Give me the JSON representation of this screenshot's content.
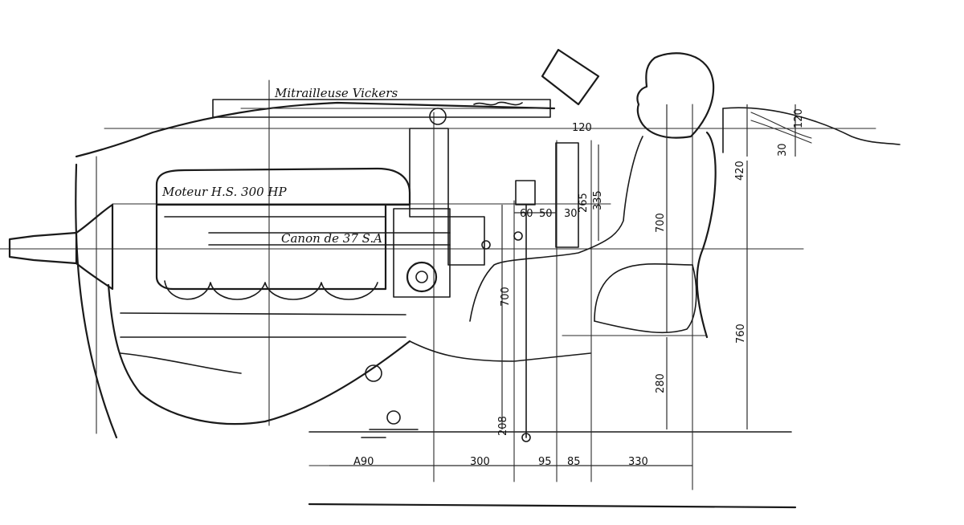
{
  "labels": {
    "machine_gun": "Mitrailleuse Vickers",
    "engine": "Moteur H.S. 300 HP",
    "cannon": "Canon de 37 S.A"
  },
  "dimensions": {
    "d_120_top": "120",
    "d_120_right": "120",
    "d_30_right": "30",
    "d_420": "420",
    "d_265": "265",
    "d_335": "335",
    "d_30_mid": "30",
    "d_60": "60",
    "d_50": "50",
    "d_700_seat": "700",
    "d_700_pedal": "700",
    "d_760": "760",
    "d_280": "280",
    "d_208": "208",
    "d_490": "A90",
    "d_300": "300",
    "d_95": "95",
    "d_85": "85",
    "d_330": "330"
  }
}
